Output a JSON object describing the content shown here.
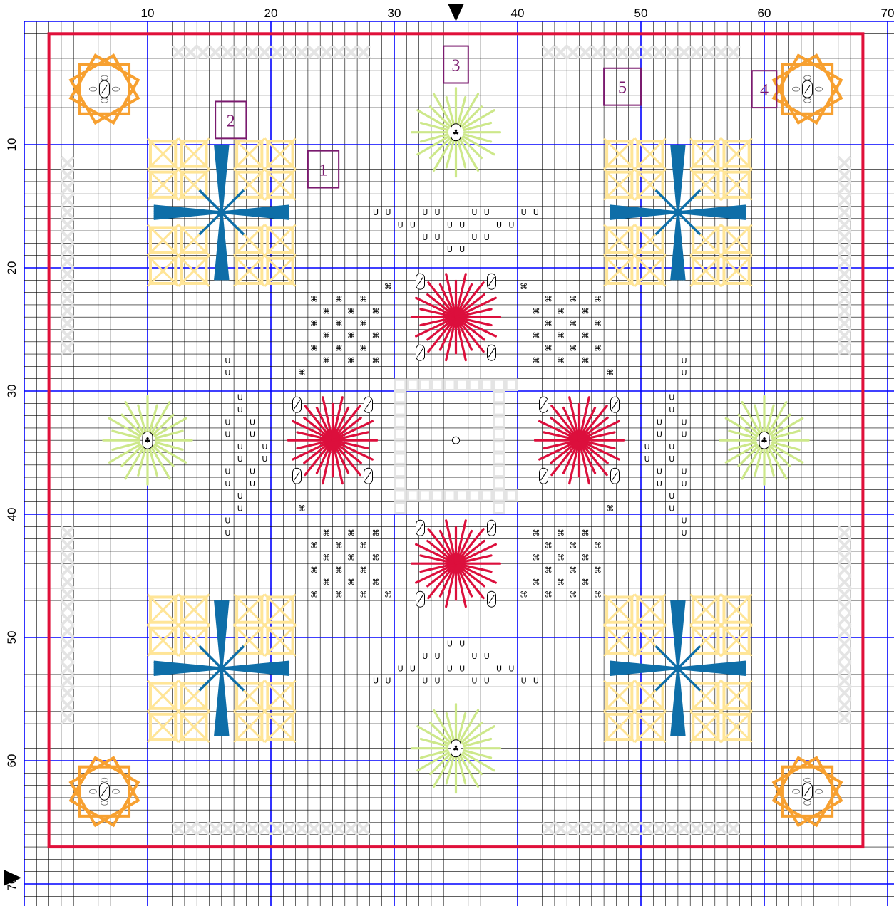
{
  "axis": {
    "top_labels": [
      "10",
      "20",
      "30",
      "40",
      "50",
      "60",
      "70"
    ],
    "left_labels": [
      "10",
      "20",
      "30",
      "40",
      "50",
      "60",
      "70"
    ]
  },
  "markers": [
    "1",
    "2",
    "3",
    "4",
    "5"
  ],
  "symbols": {
    "u": "U",
    "cmd": "⌘",
    "club": "♣"
  },
  "colors": {
    "grid": "#000000",
    "major_grid": "#0000ff",
    "border": "#e0103a",
    "marker_box": "#7a1a6e",
    "orange": "#f7a030",
    "light_yellow": "#ffe597",
    "teal": "#0e6ea8",
    "light_green": "#cde88a",
    "red": "#dc0f3c",
    "light_gray": "#e4e4e4"
  }
}
